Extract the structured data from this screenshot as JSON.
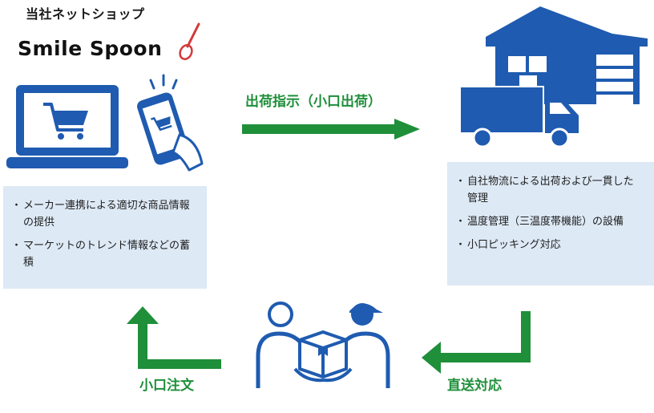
{
  "shop": {
    "label": "当社ネットショップ",
    "brand": "Smile Spoon"
  },
  "flow": {
    "shipping_instruction": "出荷指示（小口出荷）",
    "small_order": "小口注文",
    "direct_delivery": "直送対応"
  },
  "left_panel": {
    "items": [
      "メーカー連携による適切な商品情報の提供",
      "マーケットのトレンド情報などの蓄積"
    ]
  },
  "right_panel": {
    "items": [
      "自社物流による出荷および一貫した管理",
      "温度管理（三温度帯機能）の設備",
      "小口ピッキング対応"
    ]
  },
  "colors": {
    "blue": "#1f5bb0",
    "green": "#1f8f3a",
    "panel_bg": "#dde9f5",
    "spoon_red": "#d23a3a"
  },
  "icons": [
    "laptop-cart-icon",
    "smartphone-cart-icon",
    "spoon-icon",
    "warehouse-icon",
    "truck-icon",
    "handover-people-icon"
  ]
}
